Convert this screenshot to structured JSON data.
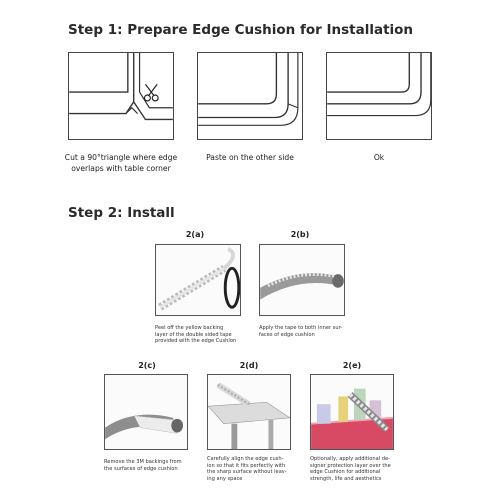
{
  "step1": {
    "title": "Step 1: Prepare Edge Cushion for Installation",
    "panels": [
      {
        "caption_lines": [
          "Cut a 90°triangle where edge",
          "overlaps with table corner"
        ],
        "icon": "scissors-icon"
      },
      {
        "caption_lines": [
          "Paste on the other side"
        ]
      },
      {
        "caption_lines": [
          "Ok"
        ]
      }
    ]
  },
  "step2": {
    "title": "Step 2: Install",
    "panels": [
      {
        "label": "2(a)",
        "caption_lines": [
          "Peel off the yellow backing",
          "layer of the double sided tape",
          "provided with the edge Cushion"
        ]
      },
      {
        "label": "2(b)",
        "caption_lines": [
          "Apply the tape to both inner sur-",
          "faces of edge cushion"
        ]
      },
      {
        "label": "2(c)",
        "caption_lines": [
          "Remove the 3M backings from",
          "the surfaces of edge cushion"
        ]
      },
      {
        "label": "2(d)",
        "caption_lines": [
          "Carefully align the edge cush-",
          "ion so that it fits perfectly with",
          "the sharp surface without leav-",
          "ing any space"
        ]
      },
      {
        "label": "2(e)",
        "caption_lines": [
          "Optionally, apply additional de-",
          "signer protection layer over the",
          "edge Cushion for additional",
          "strength, life and aesthetics"
        ]
      }
    ]
  }
}
